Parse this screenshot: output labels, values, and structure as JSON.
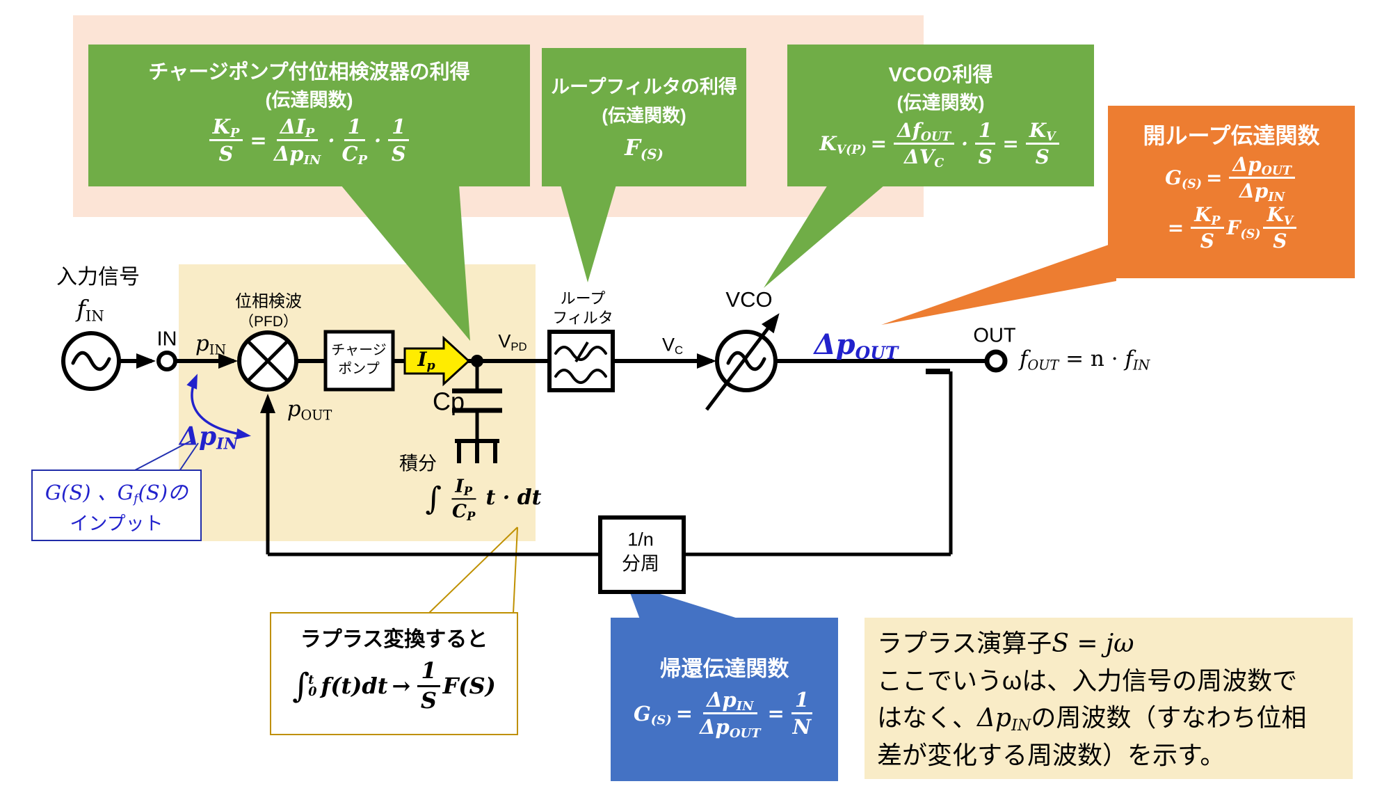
{
  "colors": {
    "green": "#70ad47",
    "pink_band": "#fce4d6",
    "orange": "#ed7d31",
    "blue": "#4472c4",
    "beige": "#f9ecc7",
    "blue_text": "#2222cc",
    "olive": "#bf9000",
    "yellow_arrow": "#ffec00"
  },
  "green_pd": {
    "title": "チャージポンプ付位相検波器の利得",
    "subtitle": "(伝達関数)",
    "f": {
      "n1b": "K",
      "n1s": "P",
      "d1": "S",
      "eq": "=",
      "n2b": "ΔI",
      "n2s": "P",
      "d2b": "Δp",
      "d2s": "IN",
      "dot1": "·",
      "n3": "1",
      "d3b": "C",
      "d3s": "P",
      "dot2": "·",
      "n4": "1",
      "d4": "S"
    }
  },
  "green_lf": {
    "title": "ループフィルタの利得",
    "subtitle": "(伝達関数)",
    "f": {
      "b": "F",
      "s": "(S)"
    }
  },
  "green_vco": {
    "title": "VCOの利得",
    "subtitle": "(伝達関数)",
    "f": {
      "lb": "K",
      "ls": "V(P)",
      "eq1": "=",
      "n1b": "Δf",
      "n1s": "OUT",
      "d1b": "ΔV",
      "d1s": "C",
      "dot": "·",
      "n2": "1",
      "d2": "S",
      "eq2": "=",
      "n3b": "K",
      "n3s": "V",
      "d3": "S"
    }
  },
  "open_loop": {
    "title": "開ループ伝達関数",
    "f1": {
      "lb": "G",
      "ls": "(S)",
      "eq": "=",
      "nb": "Δp",
      "ns": "OUT",
      "db": "Δp",
      "ds": "IN"
    },
    "f2": {
      "eq": "=",
      "n1b": "K",
      "n1s": "P",
      "d1": "S",
      "fb": "F",
      "fs": "(S)",
      "n2b": "K",
      "n2s": "V",
      "d2": "S"
    }
  },
  "feedback": {
    "title": "帰還伝達関数",
    "f": {
      "lb": "G",
      "ls": "(S)",
      "eq1": "=",
      "nb": "Δp",
      "ns": "IN",
      "db": "Δp",
      "ds": "OUT",
      "eq2": "=",
      "n2": "1",
      "d2": "N"
    }
  },
  "laplace": {
    "title": "ラプラス変換すると",
    "f": {
      "integral": "∫",
      "sup": "t",
      "sub": "0",
      "body": "f(t)dt",
      "arrow": "→",
      "n": "1",
      "d": "S",
      "post": "F(S)"
    }
  },
  "note": {
    "l1a": "ラプラス演算子",
    "l1b": "S = jω",
    "l2": "ここでいうωは、入力信号の周波数で",
    "l3a": "はなく、",
    "l3b": "Δp",
    "l3c": "IN",
    "l3d": "の周波数（すなわち位相",
    "l4": "差が変化する周波数）を示す。"
  },
  "gs_input": {
    "l1a": "G(S) 、G",
    "l1b": "f",
    "l1c": "(S)の",
    "l2": "インプット"
  },
  "diagram": {
    "input_title": "入力信号",
    "fin_b": "f",
    "fin_s": "IN",
    "in_label": "IN",
    "pin_b": "p",
    "pin_s": "IN",
    "pfd_l1": "位相検波",
    "pfd_l2": "（PFD）",
    "pout_b": "p",
    "pout_s": "OUT",
    "cp_l1": "チャージ",
    "cp_l2": "ポンプ",
    "ip_b": "I",
    "ip_s": "p",
    "vpd_b": "V",
    "vpd_s": "PD",
    "cap": "Cp",
    "integ": "積分",
    "int_f": {
      "integral": "∫",
      "nb": "I",
      "ns": "P",
      "db": "C",
      "ds": "P",
      "post": "t · dt"
    },
    "lf_l1": "ループ",
    "lf_l2": "フィルタ",
    "vc_b": "V",
    "vc_s": "C",
    "vco": "VCO",
    "dpout_b": "Δp",
    "dpout_s": "OUT",
    "out_label": "OUT",
    "fout": {
      "b1": "f",
      "s1": "OUT",
      "mid": " = n · ",
      "b2": "f",
      "s2": "IN"
    },
    "div_l1": "1/n",
    "div_l2": "分周",
    "dpin_b": "Δp",
    "dpin_s": "IN"
  }
}
